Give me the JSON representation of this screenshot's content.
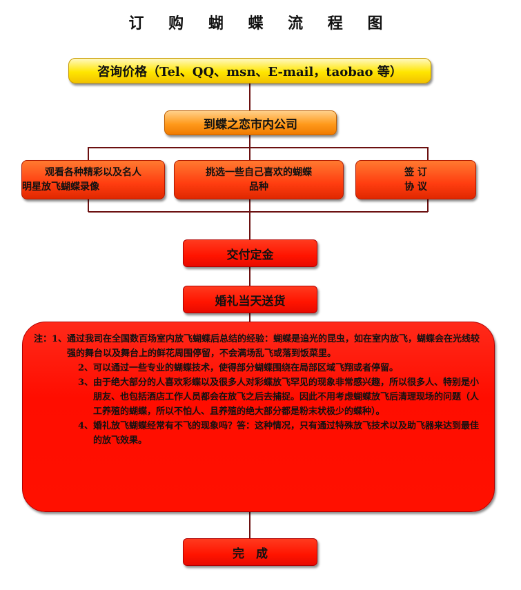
{
  "title": "订 购 蝴 蝶 流 程 图",
  "steps": {
    "consult": "咨询价格（Tel、QQ、msn、E-mail，taobao 等）",
    "visit": "到蝶之恋市内公司",
    "watch_line1": "观看各种精彩以及名人",
    "watch_line2": "明星放飞蝴蝶录像",
    "choose_line1": "挑选一些自己喜欢的蝴蝶",
    "choose_line2": "品种",
    "sign_line1": "签 订",
    "sign_line2": "协 议",
    "deposit": "交付定金",
    "deliver": "婚礼当天送货",
    "complete": "完　成"
  },
  "notes": {
    "prefix": "注：1、",
    "item1": "通过我司在全国数百场室内放飞蝴蝶后总结的经验：蝴蝶是追光的昆虫，如在室内放飞，蝴蝶会在光线较强的舞台以及舞台上的鲜花周围停留，不会满场乱飞或落到饭菜里。",
    "item2_num": "2、",
    "item2": "可以通过一些专业的蝴蝶技术，使得部分蝴蝶围绕在局部区域飞翔或者停留。",
    "item3_num": "3、",
    "item3": "由于绝大部分的人喜欢彩蝶以及很多人对彩蝶放飞罕见的现象非常感兴趣，所以很多人、特别是小朋友、也包括酒店工作人员都会在放飞之后去捕捉。因此不用考虑蝴蝶放飞后清理现场的问题（人工养殖的蝴蝶，所以不怕人、且养殖的绝大部分都是粉末状极少的蝶种）。",
    "item4_num": "4、",
    "item4": "婚礼放飞蝴蝶经常有不飞的现象吗？答：这种情况，只有通过特殊放飞技术以及助飞器来达到最佳的放飞效果。"
  },
  "colors": {
    "yellow": "#ffe600",
    "orange": "#ff9a1c",
    "orange_red": "#ff3d10",
    "red": "#ff1400",
    "connector": "#6b1010"
  }
}
